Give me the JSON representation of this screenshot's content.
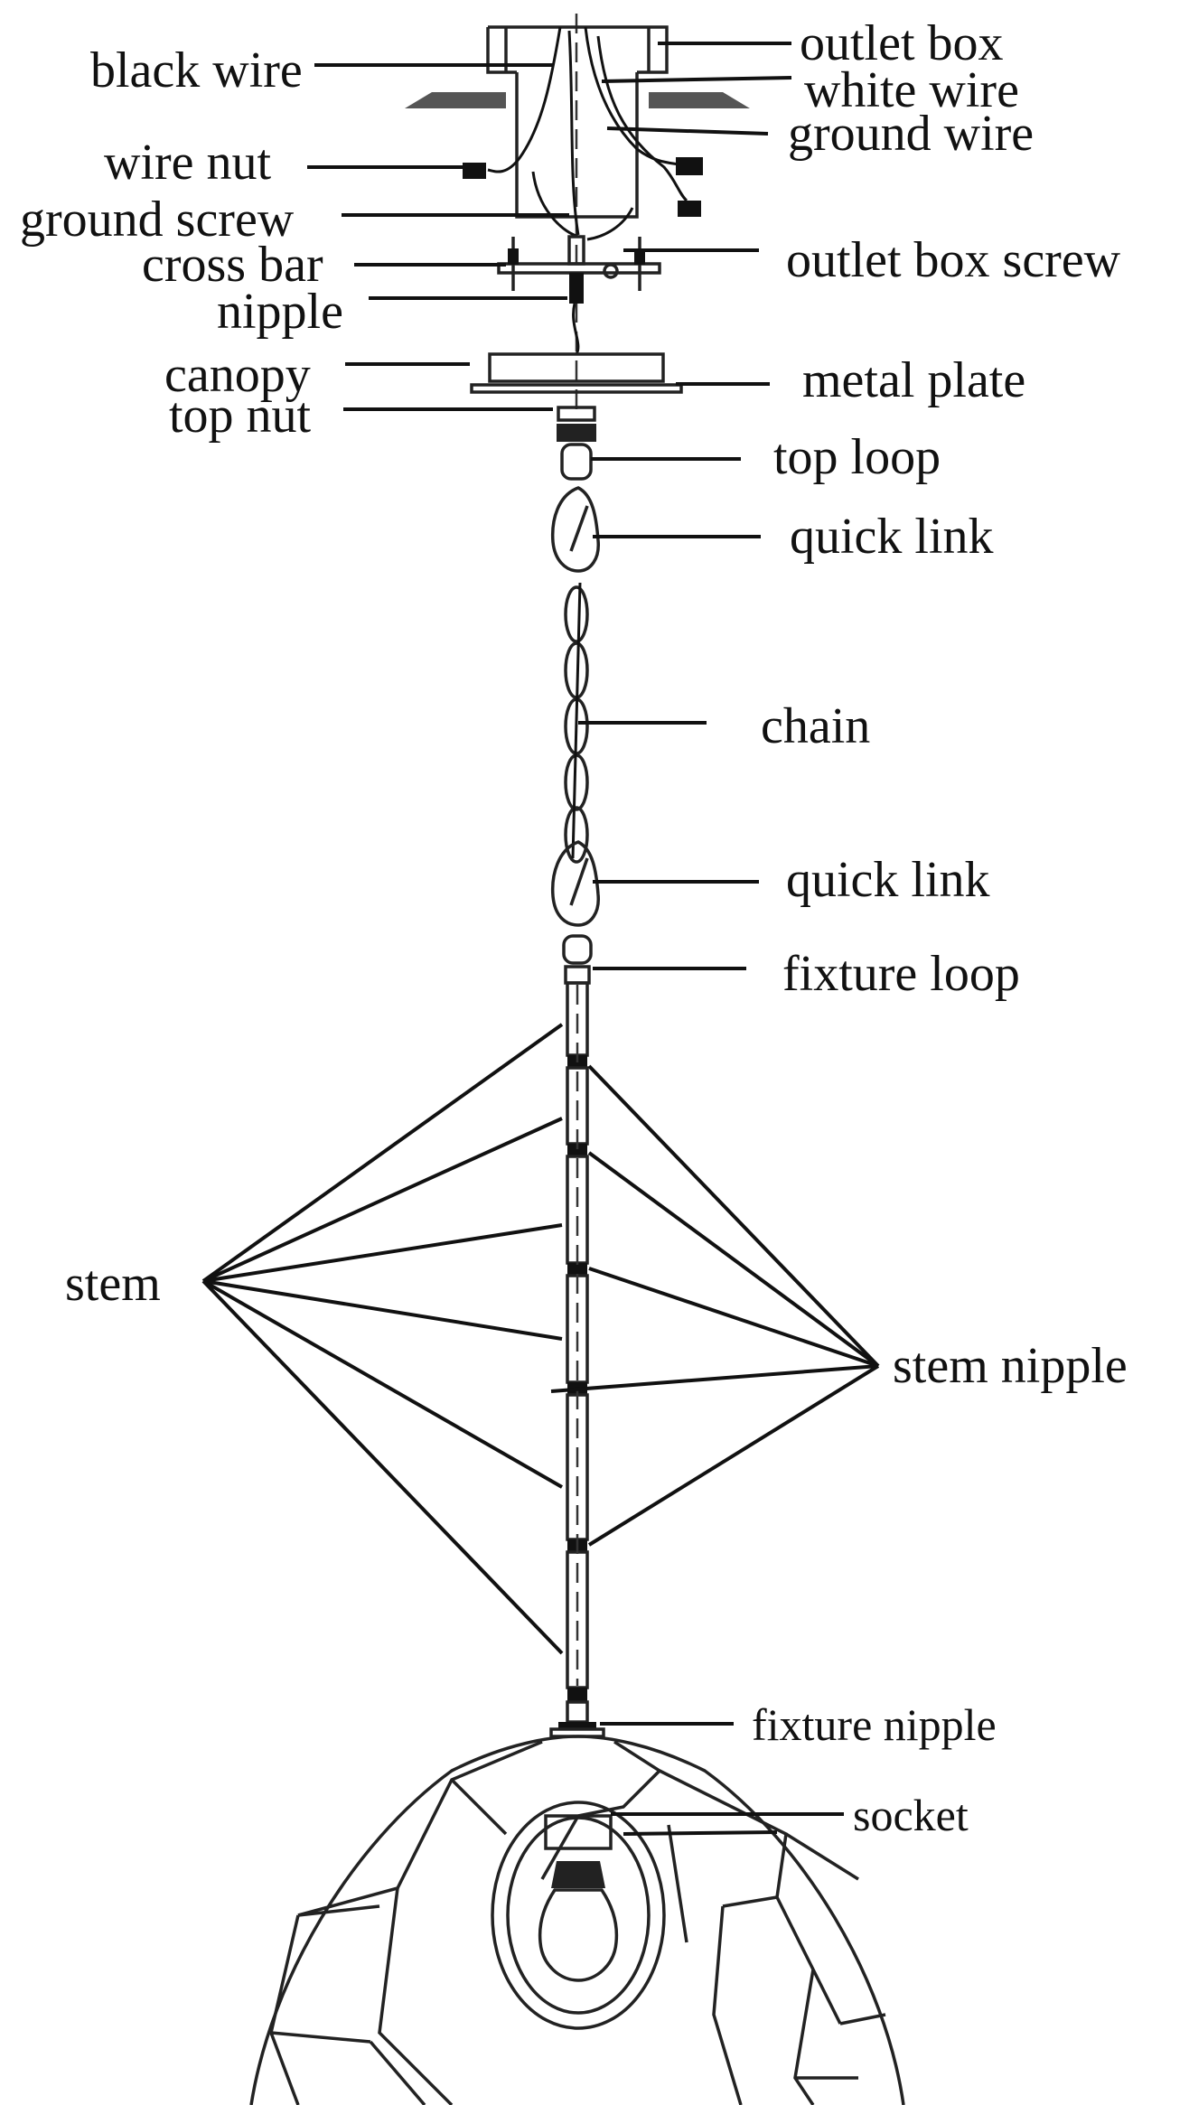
{
  "labels": {
    "outlet_box": "outlet box",
    "black_wire": "black wire",
    "white_wire": "white wire",
    "ground_wire": "ground wire",
    "wire_nut": "wire nut",
    "ground_screw": "ground screw",
    "cross_bar": "cross bar",
    "outlet_box_screw": "outlet box screw",
    "nipple": "nipple",
    "canopy": "canopy",
    "metal_plate": "metal plate",
    "top_nut": "top nut",
    "top_loop": "top loop",
    "quick_link_upper": "quick link",
    "chain": "chain",
    "quick_link_lower": "quick link",
    "fixture_loop": "fixture loop",
    "stem": "stem",
    "stem_nipple": "stem nipple",
    "fixture_nipple": "fixture nipple",
    "socket": "socket"
  },
  "colors": {
    "ink": "#111111",
    "ceiling_hatch": "#555555",
    "background": "#ffffff"
  }
}
